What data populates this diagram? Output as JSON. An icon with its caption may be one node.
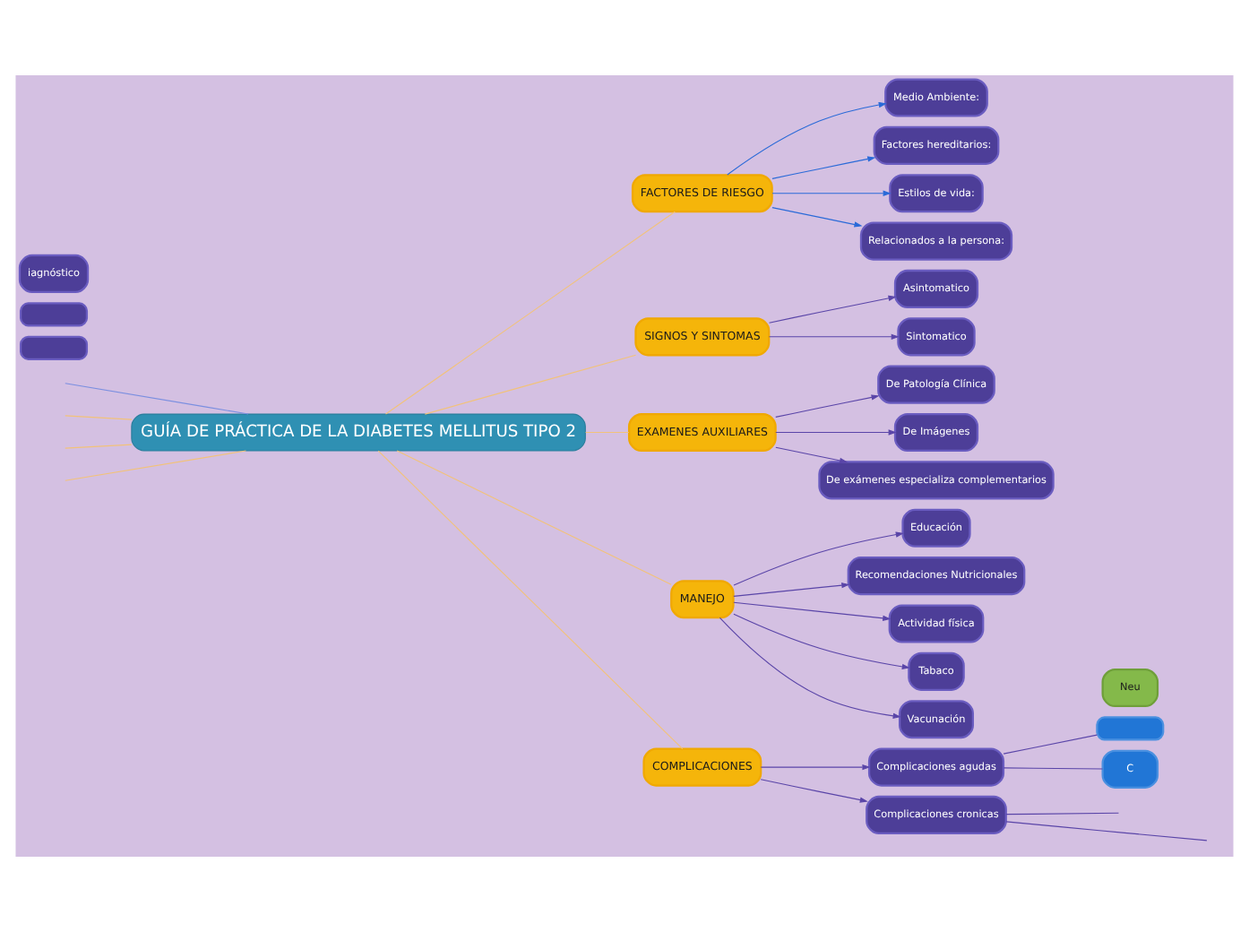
{
  "diagram": {
    "nodes": [
      {
        "text": [
          "GUÍA DE PRÁCTICA DE LA DIABETES MELLITUS TIPO 2"
        ]
      },
      {
        "text": [
          "FACTORES DE RIESGO"
        ]
      },
      {
        "text": [
          "Medio Ambiente:"
        ]
      },
      {
        "text": [
          "Factores hereditarios:"
        ]
      },
      {
        "text": [
          "Estilos de vida:"
        ]
      },
      {
        "text": [
          "Relacionados a la persona:"
        ]
      },
      {
        "text": [
          "SIGNOS Y SINTOMAS"
        ]
      },
      {
        "text": [
          "Asintomatico"
        ]
      },
      {
        "text": [
          "Sintomatico"
        ]
      },
      {
        "text": [
          "EXAMENES AUXILIARES"
        ]
      },
      {
        "text": [
          "De Patología Clínica"
        ]
      },
      {
        "text": [
          "De Imágenes"
        ]
      },
      {
        "text": [
          "De exámenes especializa complementarios"
        ]
      },
      {
        "text": [
          "MANEJO"
        ]
      },
      {
        "text": [
          "Educación"
        ]
      },
      {
        "text": [
          "Recomendaciones Nutricionales"
        ]
      },
      {
        "text": [
          "Actividad física"
        ]
      },
      {
        "text": [
          "Tabaco"
        ]
      },
      {
        "text": [
          "Vacunación"
        ]
      },
      {
        "text": [
          "COMPLICACIONES"
        ]
      },
      {
        "text": [
          "Complicaciones agudas"
        ]
      },
      {
        "text": [
          "Complicaciones cronicas"
        ]
      },
      {
        "text": [],
        "shape": "box"
      },
      {
        "text": [
          "C"
        ]
      },
      {
        "text": [
          "Neu"
        ]
      },
      {
        "text": [],
        "shape": "box"
      },
      {
        "text": [],
        "shape": "box"
      },
      {
        "text": [
          "iagnóstico"
        ]
      }
    ],
    "edges": [
      {
        "from": 0,
        "to": 1,
        "arrow": "none",
        "color": "#f2c27a"
      },
      {
        "from": 0,
        "to": 6,
        "arrow": "none",
        "color": "#f2c27a"
      },
      {
        "from": 0,
        "to": 9,
        "arrow": "none",
        "color": "#f2c27a"
      },
      {
        "from": 0,
        "to": 13,
        "arrow": "none",
        "color": "#f2c27a"
      },
      {
        "from": 0,
        "to": 19,
        "arrow": "none",
        "color": "#f2c27a"
      },
      {
        "from": 0,
        "to": null,
        "arrow": "none",
        "color": "#7b8fe0"
      },
      {
        "from": 0,
        "to": null,
        "arrow": "none",
        "color": "#f2c27a"
      },
      {
        "from": 0,
        "to": null,
        "arrow": "none",
        "color": "#f2c27a"
      },
      {
        "from": 0,
        "to": null,
        "arrow": "none",
        "color": "#f2c27a"
      },
      {
        "from": 1,
        "to": 2,
        "arrow": "to",
        "color": "#2a6ad8"
      },
      {
        "from": 1,
        "to": 3,
        "arrow": "to",
        "color": "#2a6ad8"
      },
      {
        "from": 1,
        "to": 4,
        "arrow": "to",
        "color": "#2a6ad8"
      },
      {
        "from": 1,
        "to": 5,
        "arrow": "to",
        "color": "#2a6ad8"
      },
      {
        "from": 6,
        "to": 7,
        "arrow": "to"
      },
      {
        "from": 6,
        "to": 8,
        "arrow": "to"
      },
      {
        "from": 9,
        "to": 10,
        "arrow": "to"
      },
      {
        "from": 9,
        "to": 11,
        "arrow": "to"
      },
      {
        "from": 9,
        "to": 12,
        "arrow": "to"
      },
      {
        "from": 13,
        "to": 14,
        "arrow": "to"
      },
      {
        "from": 13,
        "to": 15,
        "arrow": "to"
      },
      {
        "from": 13,
        "to": 16,
        "arrow": "to"
      },
      {
        "from": 13,
        "to": 17,
        "arrow": "to"
      },
      {
        "from": 13,
        "to": 18,
        "arrow": "to"
      },
      {
        "from": 19,
        "to": 20,
        "arrow": "to"
      },
      {
        "from": 19,
        "to": 21,
        "arrow": "to"
      },
      {
        "from": 20,
        "to": 22,
        "arrow": "none"
      },
      {
        "from": 20,
        "to": 23,
        "arrow": "none"
      },
      {
        "from": 21,
        "to": null,
        "arrow": "none"
      },
      {
        "from": 21,
        "to": null,
        "arrow": "none"
      }
    ]
  }
}
